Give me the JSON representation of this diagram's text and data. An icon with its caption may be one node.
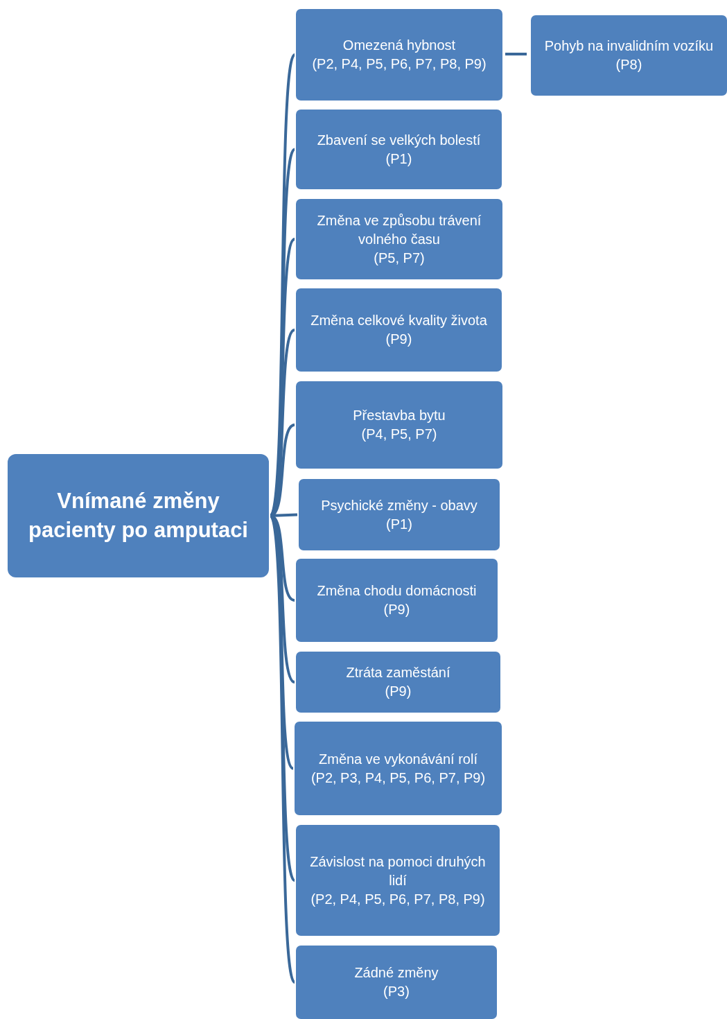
{
  "diagram": {
    "nodes": [
      {
        "text": [
          "Vnímané změny pacienty po amputaci"
        ]
      },
      {
        "text": [
          "Omezená hybnost",
          "(P2, P4, P5, P6, P7, P8, P9)"
        ]
      },
      {
        "text": [
          "Pohyb na invalidním vozíku",
          "(P8)"
        ]
      },
      {
        "text": [
          "Zbavení se velkých bolestí",
          "(P1)"
        ]
      },
      {
        "text": [
          "Změna ve způsobu trávení volného času",
          "(P5, P7)"
        ]
      },
      {
        "text": [
          "Změna celkové kvality života",
          "(P9)"
        ]
      },
      {
        "text": [
          "Přestavba bytu",
          "(P4, P5, P7)"
        ]
      },
      {
        "text": [
          "Psychické změny - obavy",
          "(P1)"
        ]
      },
      {
        "text": [
          "Změna chodu domácnosti",
          "(P9)"
        ]
      },
      {
        "text": [
          "Ztráta zaměstání",
          "(P9)"
        ]
      },
      {
        "text": [
          "Změna ve vykonávání rolí",
          "(P2, P3, P4, P5, P6, P7, P9)"
        ]
      },
      {
        "text": [
          "Závislost na pomoci druhých lidí",
          "(P2, P4, P5, P6, P7, P8, P9)"
        ]
      },
      {
        "text": [
          "Zádné změny",
          "(P3)"
        ]
      }
    ],
    "edges": [
      {
        "from": 0,
        "to": 1,
        "arrow": "none"
      },
      {
        "from": 1,
        "to": 2,
        "arrow": "none"
      },
      {
        "from": 0,
        "to": 3,
        "arrow": "none"
      },
      {
        "from": 0,
        "to": 4,
        "arrow": "none"
      },
      {
        "from": 0,
        "to": 5,
        "arrow": "none"
      },
      {
        "from": 0,
        "to": 6,
        "arrow": "none"
      },
      {
        "from": 0,
        "to": 7,
        "arrow": "none"
      },
      {
        "from": 0,
        "to": 8,
        "arrow": "none"
      },
      {
        "from": 0,
        "to": 9,
        "arrow": "none"
      },
      {
        "from": 0,
        "to": 10,
        "arrow": "none"
      },
      {
        "from": 0,
        "to": 11,
        "arrow": "none"
      },
      {
        "from": 0,
        "to": 12,
        "arrow": "none"
      }
    ]
  }
}
